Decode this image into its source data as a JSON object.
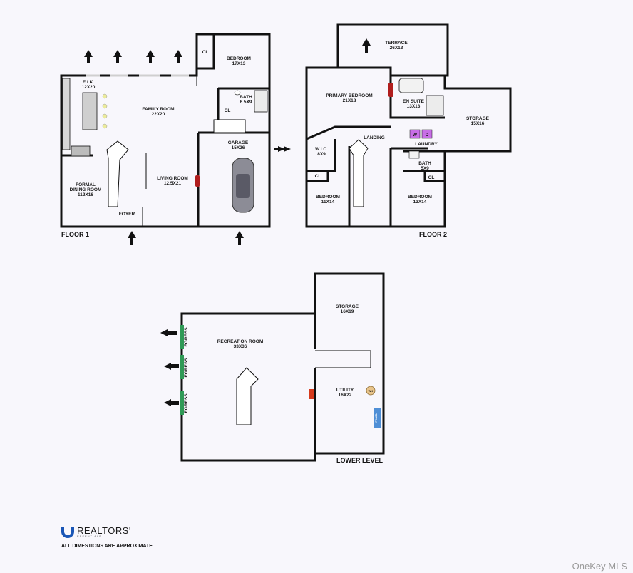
{
  "floors": {
    "floor1": "FLOOR 1",
    "floor2": "FLOOR 2",
    "lower": "LOWER LEVEL"
  },
  "rooms": {
    "eik": {
      "name": "E.I.K.",
      "size": "12X20"
    },
    "family_room": {
      "name": "FAMILY ROOM",
      "size": "22X20"
    },
    "bedroom_f1": {
      "name": "BEDROOM",
      "size": "17X13"
    },
    "cl_f1_top": {
      "name": "CL"
    },
    "bath_f1": {
      "name": "BATH",
      "size": "6.5X9"
    },
    "cl_f1_bath": {
      "name": "CL"
    },
    "garage": {
      "name": "GARAGE",
      "size": "15X26"
    },
    "formal_dining": {
      "name": "FORMAL",
      "name2": "DINING ROOM",
      "size": "112X16"
    },
    "living_room": {
      "name": "LIVING ROOM",
      "size": "12.5X21"
    },
    "foyer": {
      "name": "FOYER"
    },
    "terrace": {
      "name": "TERRACE",
      "size": "26X13"
    },
    "primary_bedroom": {
      "name": "PRIMARY BEDROOM",
      "size": "21X18"
    },
    "en_suite": {
      "name": "EN SUITE",
      "size": "13X13"
    },
    "storage_f2": {
      "name": "STORAGE",
      "size": "15X16"
    },
    "landing": {
      "name": "LANDING"
    },
    "wic": {
      "name": "W.I.C.",
      "size": "8X9"
    },
    "laundry": {
      "name": "LAUNDRY"
    },
    "washer": "W",
    "dryer": "D",
    "bath_f2": {
      "name": "BATH",
      "size": "5X9"
    },
    "cl_f2_left": {
      "name": "CL"
    },
    "cl_f2_right": {
      "name": "CL"
    },
    "bedroom_f2_left": {
      "name": "BEDROOM",
      "size": "11X14"
    },
    "bedroom_f2_right": {
      "name": "BEDROOM",
      "size": "13X14"
    },
    "storage_ll": {
      "name": "STORAGE",
      "size": "16X19"
    },
    "recreation": {
      "name": "RECREATION ROOM",
      "size": "33X36"
    },
    "utility": {
      "name": "UTILITY",
      "size": "16X22"
    },
    "water_heater": "WH",
    "panel": "PANEL",
    "egress": "EGRESS"
  },
  "colors": {
    "wall": "#111111",
    "washer_dryer": "#c86ee6",
    "fireplace": "#b01d1d",
    "electrical": "#4f8fd6",
    "egress": "#2f9a56",
    "logo": "#1a56b6"
  },
  "footer": {
    "brand": "REALTORS'",
    "brand_sub": "ESSENTIALS",
    "note": "ALL DIMESTIONS ARE APPROXIMATE",
    "watermark": "OneKey MLS"
  }
}
